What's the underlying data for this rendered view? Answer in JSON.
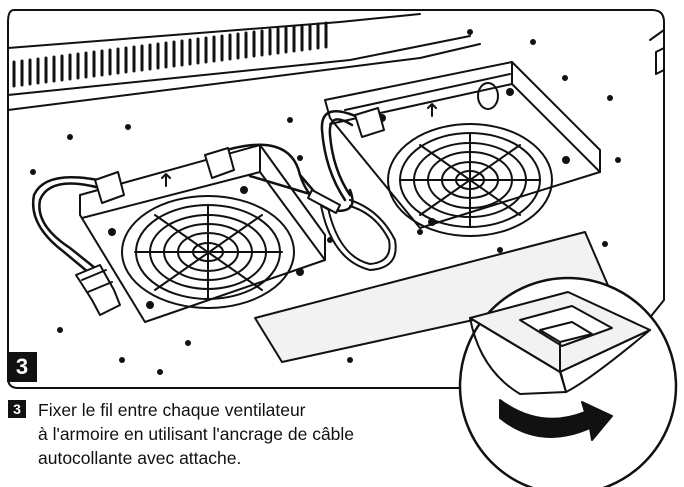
{
  "step": {
    "number": "3"
  },
  "instruction": {
    "line1": "Fixer le fil entre chaque ventilateur",
    "line2": "à l'armoire en utilisant l'ancrage de câble",
    "line3": "autocollante avec attache."
  },
  "colors": {
    "ink": "#111111",
    "paper": "#ffffff",
    "panel_shade": "#f2f2f2"
  }
}
